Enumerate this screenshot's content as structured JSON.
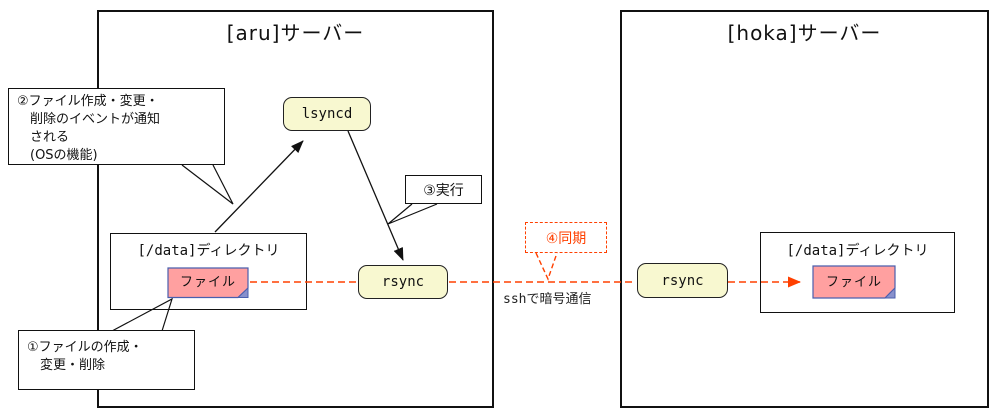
{
  "left_server": {
    "title": "[aru]サーバー",
    "lsyncd_label": "lsyncd",
    "rsync_label": "rsync",
    "directory": {
      "label": "[/data]ディレクトリ",
      "file_label": "ファイル"
    }
  },
  "right_server": {
    "title": "[hoka]サーバー",
    "rsync_label": "rsync",
    "directory": {
      "label": "[/data]ディレクトリ",
      "file_label": "ファイル"
    }
  },
  "callouts": {
    "step1": "①ファイルの作成・\n　変更・削除",
    "step2": "②ファイル作成・変更・\n　削除のイベントが通知\n　される\n　(OSの機能)",
    "step3": "③実行",
    "step4": "④同期"
  },
  "link_label": "sshで暗号通信",
  "colors": {
    "node_fill": "#f8f8d0",
    "file_fill": "#ffa0a0",
    "file_fold": "#8890cc",
    "file_border": "#4a5fae",
    "sync_accent": "#ff4000",
    "line_black": "#111111"
  }
}
